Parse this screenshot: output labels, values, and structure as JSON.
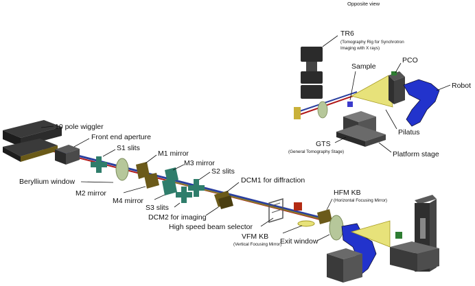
{
  "header": {
    "view_title": "Opposite view"
  },
  "labels": {
    "wiggler": "10 pole wiggler",
    "front_end_aperture": "Front end aperture",
    "s1_slits": "S1 slits",
    "beryllium_window": "Beryllium window",
    "m1_mirror": "M1 mirror",
    "m2_mirror": "M2 mirror",
    "m3_mirror": "M3 mirror",
    "m4_mirror": "M4 mirror",
    "s2_slits": "S2 slits",
    "s3_slits": "S3 slits",
    "dcm1": "DCM1 for diffraction",
    "dcm2": "DCM2 for imaging",
    "beam_selector": "High speed beam selector",
    "hfm_kb": "HFM KB",
    "hfm_kb_sub": "(Horizontal Focusing Mirror)",
    "vfm_kb": "VFM KB",
    "vfm_kb_sub": "(Vertical Focusing Mirror)",
    "exit_window": "Exit window",
    "tr6": "TR6",
    "tr6_sub1": "(Tomography Rig for Synchrotron",
    "tr6_sub2": "Imaging with X rays)",
    "sample": "Sample",
    "pco": "PCO",
    "robot": "Robot",
    "pilatus": "Pilatus",
    "gts": "GTS",
    "gts_sub": "(General Tomography Stage)",
    "platform_stage": "Platform stage"
  },
  "colors": {
    "beam_red": "#b01818",
    "beam_blue": "#2a3f9e",
    "dark_component": "#2f2f2f",
    "slit_teal": "#2f7d6b",
    "mirror_olive": "#6b5a1a",
    "window_sage": "#b6c79a",
    "cone_yellow": "#e7e27a",
    "robot_blue": "#2233cc",
    "selector_red": "#b32b14"
  }
}
